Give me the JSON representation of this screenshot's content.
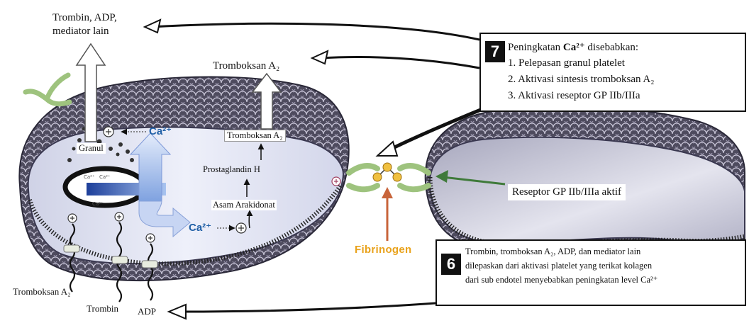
{
  "labels": {
    "thrombin_adp_line1": "Trombin, ADP,",
    "thrombin_adp_line2": "mediator lain",
    "tromboksan_top": "Tromboksan A₂",
    "tromboksan_inner": "Tromboksan A₂",
    "granul": "Granul",
    "prostaglandin": "Prostaglandin H",
    "asam_arakidonat": "Asam Arakidonat",
    "ca_upper": "Ca²⁺",
    "ca_lower": "Ca²⁺",
    "ca_store_1": "Ca²⁺",
    "ca_store_2": "Ca²⁺",
    "ca_store_3": "Ca²⁺",
    "fibrinogen": "Fibrinogen",
    "reseptor_aktif": "Reseptor GP IIb/IIIa aktif",
    "tromboksan_bottom": "Tromboksan A₂",
    "trombin_bottom": "Trombin",
    "adp_bottom": "ADP"
  },
  "callout7": {
    "number": "7",
    "title_prefix": "Peningkatan ",
    "title_bold": "Ca²⁺",
    "title_suffix": " disebabkan:",
    "items": [
      "1. Pelepasan granul platelet",
      "2. Aktivasi sintesis tromboksan A₂",
      "3. Aktivasi reseptor GP IIb/IIIa"
    ]
  },
  "callout6": {
    "number": "6",
    "lines": [
      "Trombin, tromboksan A₂, ADP, dan mediator lain",
      "dilepaskan dari aktivasi platelet yang terikat kolagen",
      "dari sub endotel menyebabkan peningkatan level Ca²⁺"
    ]
  },
  "colors": {
    "cap_dark": "#4e4b5e",
    "cap_light": "#b9b6c8",
    "cytoplasm": "#d9dcee",
    "blue_arrow": "#2f5fb0",
    "ca_text": "#1f5fa6",
    "fibrinogen": "#e9a21b",
    "fibrinogen_arrow": "#c8643a",
    "green_arrow": "#3f7a3a",
    "receptor_green": "#9ec37e"
  }
}
